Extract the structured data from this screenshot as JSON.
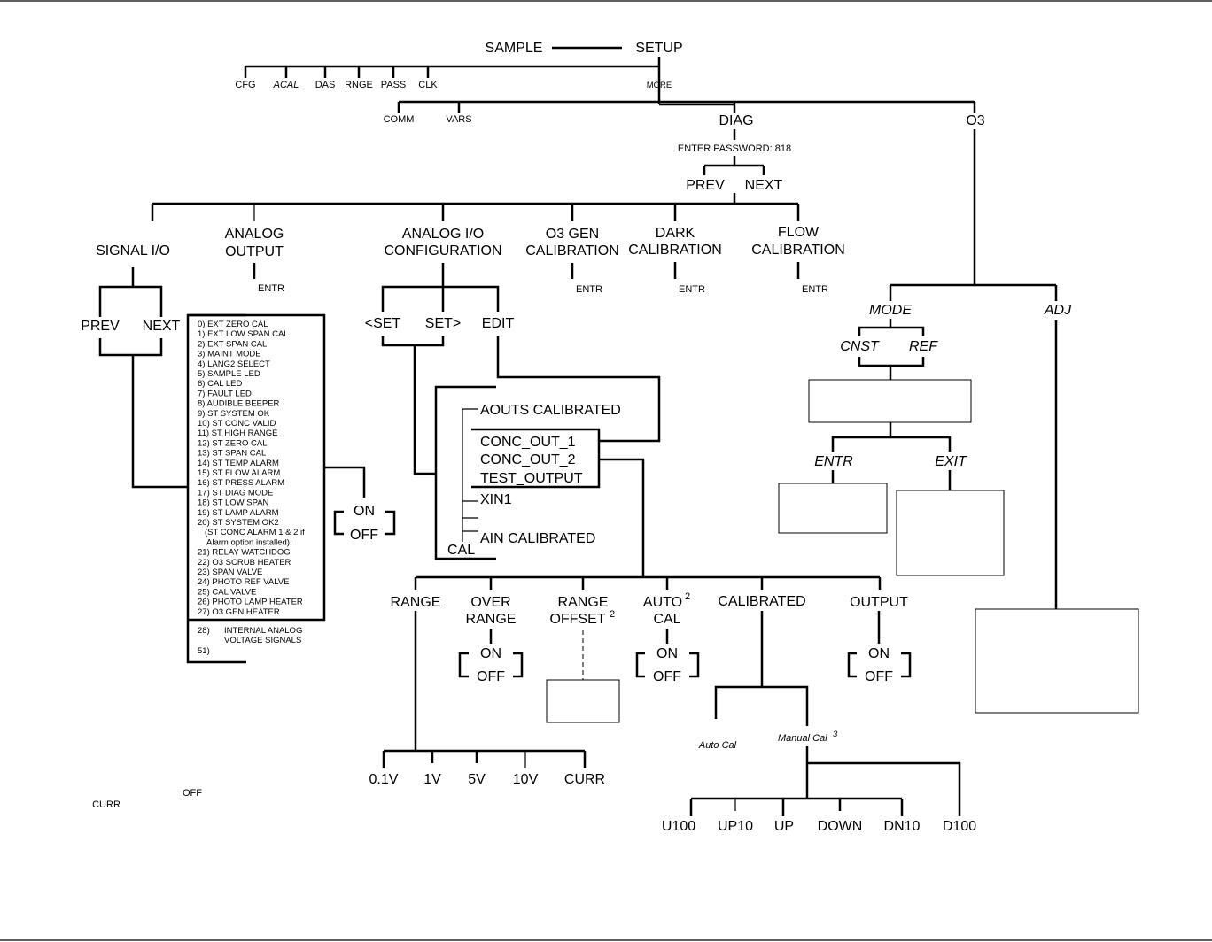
{
  "menu": {
    "sample": "SAMPLE",
    "setup": "SETUP",
    "setup_items": [
      "CFG",
      "ACAL",
      "DAS",
      "RNGE",
      "PASS",
      "CLK"
    ],
    "more": "MORE",
    "comm": "COMM",
    "vars": "VARS",
    "diag": "DIAG",
    "o3": "O3",
    "password": "ENTER PASSWORD: 818",
    "prev": "PREV",
    "next": "NEXT",
    "entr": "ENTR"
  },
  "diag_items": {
    "signal_io": "SIGNAL I/O",
    "analog_output": [
      "ANALOG",
      "OUTPUT"
    ],
    "analog_io_config": [
      "ANALOG I/O",
      "CONFIGURATION"
    ],
    "o3_gen_cal": [
      "O3 GEN",
      "CALIBRATION"
    ],
    "dark_cal": [
      "DARK",
      "CALIBRATION"
    ],
    "flow_cal": [
      "FLOW",
      "CALIBRATION"
    ]
  },
  "signal_io": {
    "prev": "PREV",
    "next": "NEXT",
    "on": "ON",
    "off": "OFF",
    "signals": [
      "0)  EXT ZERO CAL",
      "1)  EXT LOW SPAN CAL",
      "2)  EXT SPAN CAL",
      "3)  MAINT MODE",
      "4)  LANG2 SELECT",
      "5)  SAMPLE LED",
      "6)  CAL LED",
      "7)  FAULT LED",
      "8)  AUDIBLE BEEPER",
      "9)  ST SYSTEM OK",
      "10) ST CONC VALID",
      "11) ST HIGH RANGE",
      "12) ST ZERO CAL",
      "13) ST SPAN CAL",
      "14) ST TEMP ALARM",
      "15) ST FLOW ALARM",
      "16) ST PRESS ALARM",
      "17) ST DIAG MODE",
      "18) ST LOW SPAN",
      "19) ST LAMP ALARM",
      "20) ST SYSTEM OK2",
      "(ST CONC ALARM 1 & 2 if",
      "Alarm option installed).",
      "21) RELAY WATCHDOG",
      "22) O3 SCRUB HEATER",
      "23) SPAN VALVE",
      "24) PHOTO REF VALVE",
      "25) CAL VALVE",
      "26) PHOTO LAMP HEATER",
      "27) O3 GEN HEATER"
    ],
    "signal_28": "28)",
    "signal_28_text": [
      "INTERNAL ANALOG",
      "VOLTAGE SIGNALS"
    ],
    "signal_51": "51)"
  },
  "analog_io": {
    "set_prev": "<SET",
    "set_next": "SET>",
    "edit": "EDIT",
    "aouts_calibrated": "AOUTS CALIBRATED",
    "outputs": [
      "CONC_OUT_1",
      "CONC_OUT_2",
      "TEST_OUTPUT"
    ],
    "xin1": "XIN1",
    "ain_calibrated": "AIN CALIBRATED",
    "cal": "CAL",
    "range": "RANGE",
    "over_range": [
      "OVER",
      "RANGE"
    ],
    "range_offset": [
      "RANGE",
      "OFFSET",
      "2"
    ],
    "auto_cal": [
      "AUTO",
      "2",
      "CAL"
    ],
    "calibrated": "CALIBRATED",
    "output": "OUTPUT",
    "on": "ON",
    "off": "OFF",
    "range_values": [
      "0.1V",
      "1V",
      "5V",
      "10V",
      "CURR"
    ],
    "auto_cal_label": "Auto Cal",
    "manual_cal_label": "Manual Cal",
    "manual_cal_sup": "3",
    "adjust_buttons": [
      "U100",
      "UP10",
      "UP",
      "DOWN",
      "DN10",
      "D100"
    ]
  },
  "o3_branch": {
    "mode": "MODE",
    "adj": "ADJ",
    "cnst": "CNST",
    "ref": "REF",
    "entr": "ENTR",
    "exit": "EXIT"
  },
  "stray": {
    "curr": "CURR",
    "off": "OFF"
  }
}
